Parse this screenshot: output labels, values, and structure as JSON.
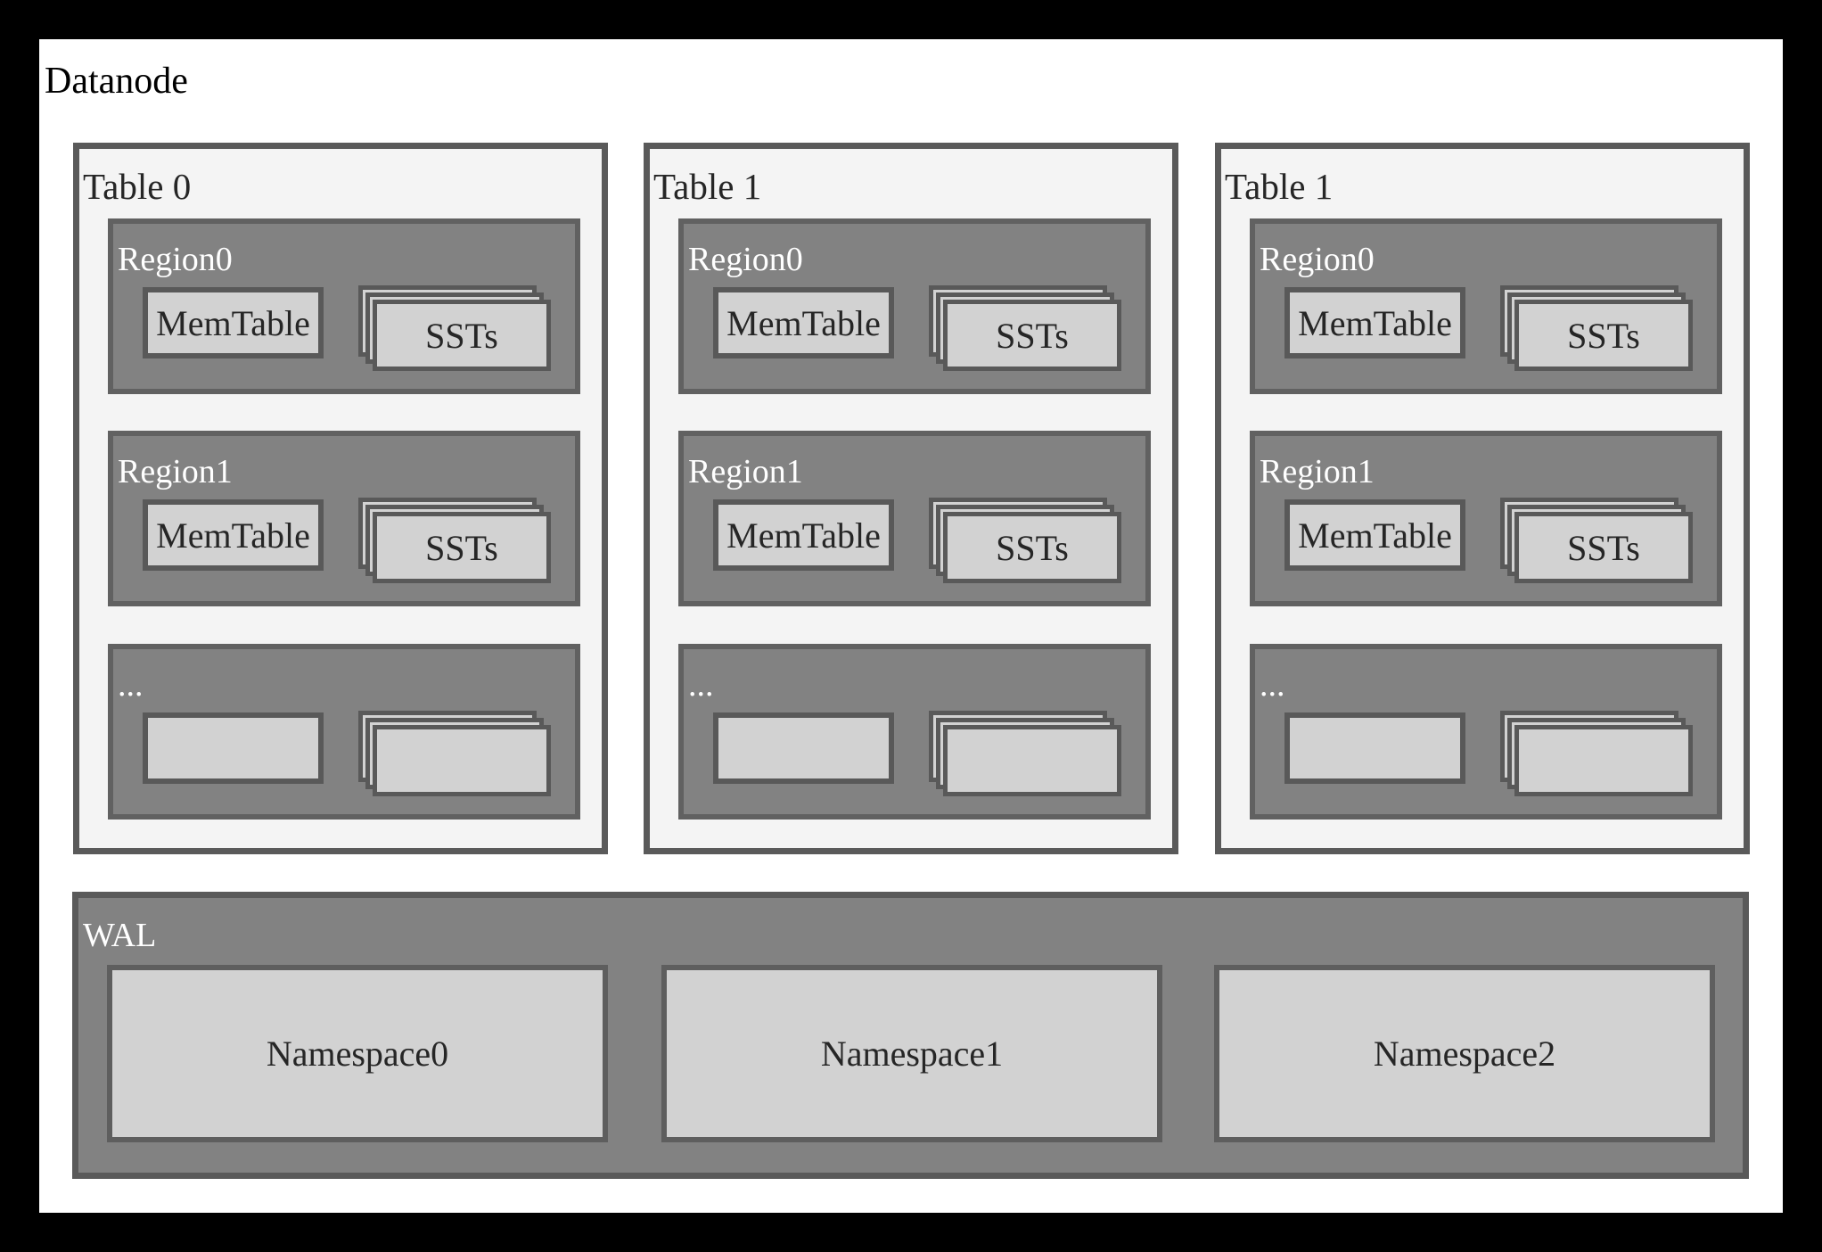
{
  "title": "Datanode",
  "tables": [
    {
      "label": "Table 0",
      "regions": [
        {
          "label": "Region0",
          "memtable": "MemTable",
          "ssts": "SSTs"
        },
        {
          "label": "Region1",
          "memtable": "MemTable",
          "ssts": "SSTs"
        },
        {
          "label": "...",
          "memtable": "",
          "ssts": ""
        }
      ]
    },
    {
      "label": "Table 1",
      "regions": [
        {
          "label": "Region0",
          "memtable": "MemTable",
          "ssts": "SSTs"
        },
        {
          "label": "Region1",
          "memtable": "MemTable",
          "ssts": "SSTs"
        },
        {
          "label": "...",
          "memtable": "",
          "ssts": ""
        }
      ]
    },
    {
      "label": "Table 1",
      "regions": [
        {
          "label": "Region0",
          "memtable": "MemTable",
          "ssts": "SSTs"
        },
        {
          "label": "Region1",
          "memtable": "MemTable",
          "ssts": "SSTs"
        },
        {
          "label": "...",
          "memtable": "",
          "ssts": ""
        }
      ]
    }
  ],
  "wal": {
    "label": "WAL",
    "namespaces": [
      "Namespace0",
      "Namespace1",
      "Namespace2"
    ]
  },
  "colors": {
    "frame": "#000000",
    "page_background": "#ffffff",
    "table_fill": "#f4f4f4",
    "table_border": "#5a5a5a",
    "region_fill": "#828282",
    "region_border": "#616161",
    "inner_box_fill": "#d2d2d2",
    "inner_box_border": "#595959",
    "label_light": "#ffffff",
    "label_dark": "#262626"
  }
}
